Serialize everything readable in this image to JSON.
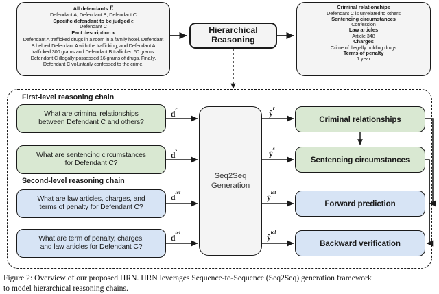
{
  "figure": {
    "caption_line1": "Figure 2: Overview of our proposed HRN. HRN leverages Sequence-to-Sequence (Seq2Seq) generation framework",
    "caption_line2": "to model hierarchical reasoning chains."
  },
  "input_panel": {
    "all_defendants_label": "All defendants",
    "all_defendants_symbol": "E",
    "all_defendants_value": "Defendant A, Defendant B, Defendant C",
    "specific_defendant_label": "Specific defendant to be judged",
    "specific_defendant_symbol": "e",
    "specific_defendant_value": "Defendant C",
    "fact_label": "Fact description",
    "fact_symbol": "x",
    "fact_text": "Defendant A trafficked drugs in a room in a family hotel. Defendant B helped Defendant A with the trafficking, and Defendant A trafficked 300 grams and Defendant B trafficked 50 grams. Defendant C illegally possessed 16 grams of drugs. Finally, Defendant C voluntarily confessed to the crime."
  },
  "center_block": {
    "title_line1": "Hierarchical",
    "title_line2": "Reasoning"
  },
  "output_panel": {
    "criminal_relationships_label": "Criminal relationships",
    "criminal_relationships_value": "Defendant C is unrelated to others",
    "sentencing_circumstances_label": "Sentencing circumstances",
    "sentencing_circumstances_value": "Confession",
    "law_articles_label": "Law articles",
    "law_articles_value": "Article 348",
    "charges_label": "Charges",
    "charges_value": "Crime of illegally holding drugs",
    "terms_of_penalty_label": "Terms of penalty",
    "terms_of_penalty_value": "1 year"
  },
  "reasoning": {
    "first_level_label": "First-level reasoning chain",
    "second_level_label": "Second-level reasoning chain",
    "seq2seq_line1": "Seq2Seq",
    "seq2seq_line2": "Generation",
    "questions": [
      {
        "id": "q1",
        "line1": "What are criminal relationships",
        "line2": "between Defendant C and others?",
        "color": "#d9e8d2"
      },
      {
        "id": "q2",
        "line1": "What are sentencing circumstances",
        "line2": "for Defendant C?",
        "color": "#d9e8d2"
      },
      {
        "id": "q3",
        "line1": "What are law articles, charges, and",
        "line2": "terms of penalty for Defendant C?",
        "color": "#d7e4f5"
      },
      {
        "id": "q4",
        "line1": "What are term of penalty, charges,",
        "line2": "and law articles for Defendant C?",
        "color": "#d7e4f5"
      }
    ],
    "input_vectors": [
      {
        "base": "d",
        "sup": "r"
      },
      {
        "base": "d",
        "sup": "s"
      },
      {
        "base": "d",
        "sup": "lct"
      },
      {
        "base": "d",
        "sup": "tcl"
      }
    ],
    "output_vectors": [
      {
        "base": "y",
        "sup": "r"
      },
      {
        "base": "y",
        "sup": "s"
      },
      {
        "base": "y",
        "sup": "lct"
      },
      {
        "base": "y",
        "sup": "tcl"
      }
    ],
    "outputs": [
      {
        "id": "o1",
        "label": "Criminal relationships",
        "color": "#d9e8d2"
      },
      {
        "id": "o2",
        "label": "Sentencing circumstances",
        "color": "#d9e8d2"
      },
      {
        "id": "o3",
        "label": "Forward prediction",
        "color": "#d7e4f5"
      },
      {
        "id": "o4",
        "label": "Backward verification",
        "color": "#d7e4f5"
      }
    ]
  },
  "colors": {
    "green_fill": "#d9e8d2",
    "blue_fill": "#d7e4f5",
    "gray_fill": "#f4f4f4",
    "stroke": "#1a1a1a"
  }
}
